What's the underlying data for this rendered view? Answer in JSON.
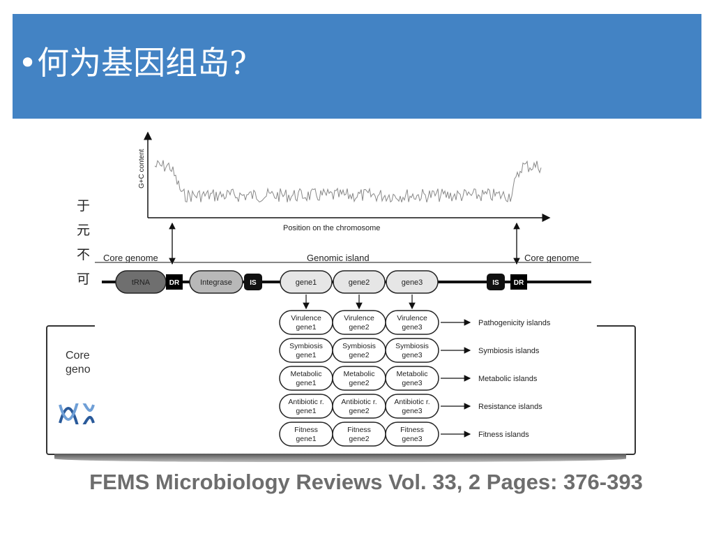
{
  "slide": {
    "title": "•何为基因组岛?",
    "citation": "FEMS Microbiology Reviews Vol. 33, 2 Pages: 376-393",
    "side_chars": [
      "于",
      "元",
      "不",
      "可"
    ],
    "background_label": "Core\ngeno",
    "banner_color": "#4383c4",
    "citation_color": "#6d6d6d"
  },
  "diagram": {
    "y_axis_label": "G+C content",
    "x_axis_label": "Position on the chromosome",
    "region_labels": {
      "core_left": "Core genome",
      "island": "Genomic island",
      "core_right": "Core genome"
    },
    "chromosome_elements": [
      {
        "label": "tRNA",
        "kind": "ellipse-dark"
      },
      {
        "label": "DR",
        "kind": "box-black"
      },
      {
        "label": "Integrase",
        "kind": "ellipse-gray"
      },
      {
        "label": "IS",
        "kind": "box-black-round"
      },
      {
        "label": "gene1",
        "kind": "ellipse-light"
      },
      {
        "label": "gene2",
        "kind": "ellipse-light"
      },
      {
        "label": "gene3",
        "kind": "ellipse-light"
      },
      {
        "label": "IS",
        "kind": "box-black-round"
      },
      {
        "label": "DR",
        "kind": "box-black"
      }
    ],
    "gene_rows": [
      {
        "genes": [
          [
            "Virulence",
            "gene1"
          ],
          [
            "Virulence",
            "gene2"
          ],
          [
            "Virulence",
            "gene3"
          ]
        ],
        "island_type": "Pathogenicity islands"
      },
      {
        "genes": [
          [
            "Symbiosis",
            "gene1"
          ],
          [
            "Symbiosis",
            "gene2"
          ],
          [
            "Symbiosis",
            "gene3"
          ]
        ],
        "island_type": "Symbiosis islands"
      },
      {
        "genes": [
          [
            "Metabolic",
            "gene1"
          ],
          [
            "Metabolic",
            "gene2"
          ],
          [
            "Metabolic",
            "gene3"
          ]
        ],
        "island_type": "Metabolic islands"
      },
      {
        "genes": [
          [
            "Antibiotic r.",
            "gene1"
          ],
          [
            "Antibiotic r.",
            "gene2"
          ],
          [
            "Antibiotic r.",
            "gene3"
          ]
        ],
        "island_type": "Resistance islands"
      },
      {
        "genes": [
          [
            "Fitness",
            "gene1"
          ],
          [
            "Fitness",
            "gene2"
          ],
          [
            "Fitness",
            "gene3"
          ]
        ],
        "island_type": "Fitness islands"
      }
    ]
  }
}
